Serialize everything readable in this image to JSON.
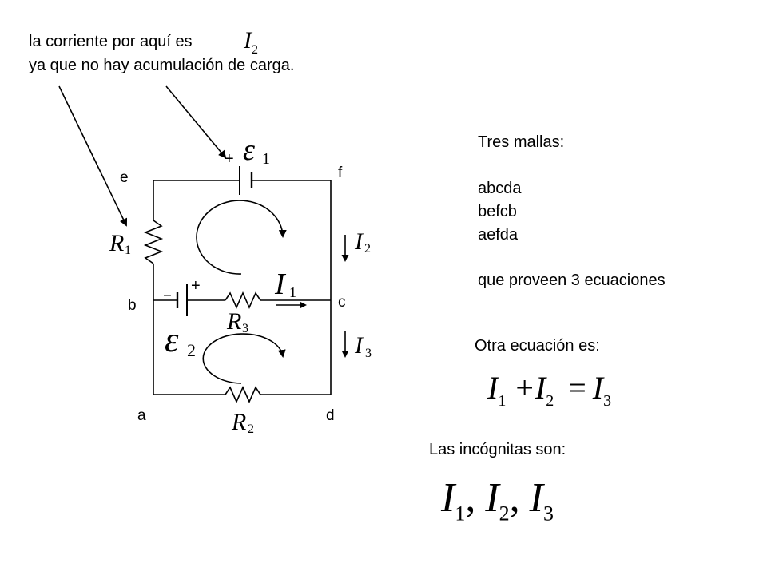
{
  "annotation": {
    "line1": "la corriente por aquí es",
    "line2": "ya que no hay acumulación de carga.",
    "symbol": "I",
    "subscript": "2"
  },
  "nodes": {
    "a": "a",
    "b": "b",
    "c": "c",
    "d": "d",
    "e": "e",
    "f": "f"
  },
  "components": {
    "emf1": {
      "symbol": "ε",
      "subscript": "1",
      "polarity": "+"
    },
    "emf2": {
      "symbol": "ε",
      "subscript": "2",
      "polarity_pos": "+",
      "polarity_neg": "–"
    },
    "r1": {
      "symbol": "R",
      "subscript": "1"
    },
    "r2": {
      "symbol": "R",
      "subscript": "2"
    },
    "r3": {
      "symbol": "R",
      "subscript": "3"
    },
    "i1": {
      "symbol": "I",
      "subscript": "1"
    },
    "i2": {
      "symbol": "I",
      "subscript": "2"
    },
    "i3": {
      "symbol": "I",
      "subscript": "3"
    }
  },
  "meshes": {
    "title": "Tres mallas:",
    "items": [
      "abcda",
      "befcb",
      "aefda"
    ],
    "conclusion": "que proveen 3 ecuaciones"
  },
  "other_equation": {
    "label": "Otra ecuación es:",
    "t1": "I",
    "s1": "1",
    "plus": "+",
    "t2": "I",
    "s2": "2",
    "equals": "=",
    "t3": "I",
    "s3": "3"
  },
  "unknowns": {
    "label": "Las incógnitas son:",
    "t1": "I",
    "s1": "1",
    "comma1": ",",
    "t2": "I",
    "s2": "2",
    "comma2": ",",
    "t3": "I",
    "s3": "3"
  }
}
